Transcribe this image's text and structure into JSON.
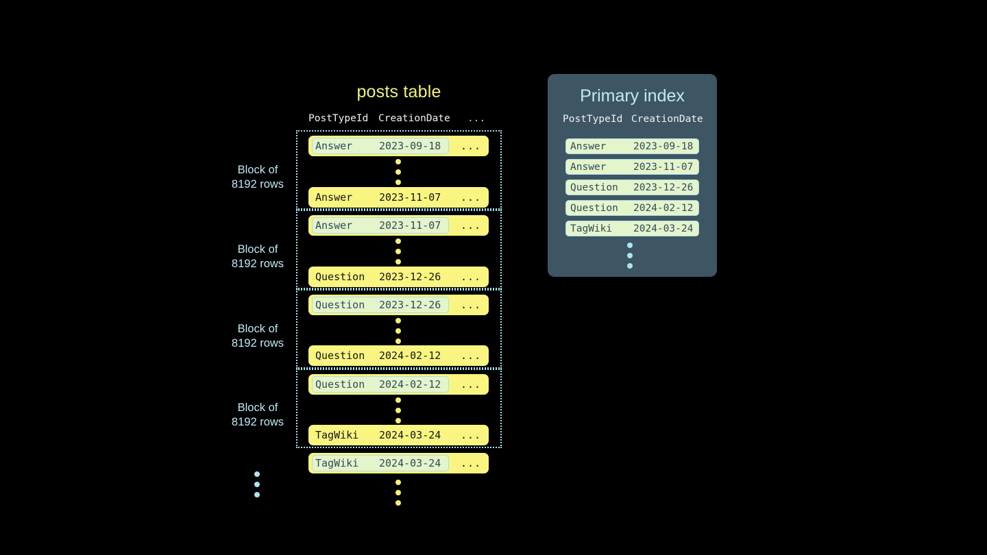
{
  "posts_table": {
    "title": "posts table",
    "headers": {
      "type": "PostTypeId",
      "date": "CreationDate",
      "rest": "..."
    },
    "blocks": [
      {
        "label_line1": "Block of",
        "label_line2": "8192 rows"
      },
      {
        "label_line1": "Block of",
        "label_line2": "8192 rows"
      },
      {
        "label_line1": "Block of",
        "label_line2": "8192 rows"
      },
      {
        "label_line1": "Block of",
        "label_line2": "8192 rows"
      }
    ],
    "rows": [
      {
        "type": "Answer",
        "date": "2023-09-18",
        "rest": "...",
        "highlighted": true
      },
      {
        "type": "Answer",
        "date": "2023-11-07",
        "rest": "...",
        "highlighted": false
      },
      {
        "type": "Answer",
        "date": "2023-11-07",
        "rest": "...",
        "highlighted": true
      },
      {
        "type": "Question",
        "date": "2023-12-26",
        "rest": "...",
        "highlighted": false
      },
      {
        "type": "Question",
        "date": "2023-12-26",
        "rest": "...",
        "highlighted": true
      },
      {
        "type": "Question",
        "date": "2024-02-12",
        "rest": "...",
        "highlighted": false
      },
      {
        "type": "Question",
        "date": "2024-02-12",
        "rest": "...",
        "highlighted": true
      },
      {
        "type": "TagWiki",
        "date": "2024-03-24",
        "rest": "...",
        "highlighted": false
      },
      {
        "type": "TagWiki",
        "date": "2024-03-24",
        "rest": "...",
        "highlighted": true
      }
    ]
  },
  "primary_index": {
    "title": "Primary index",
    "headers": {
      "type": "PostTypeId",
      "date": "CreationDate"
    },
    "rows": [
      {
        "type": "Answer",
        "date": "2023-09-18"
      },
      {
        "type": "Answer",
        "date": "2023-11-07"
      },
      {
        "type": "Question",
        "date": "2023-12-26"
      },
      {
        "type": "Question",
        "date": "2024-02-12"
      },
      {
        "type": "TagWiki",
        "date": "2024-03-24"
      }
    ]
  },
  "colors": {
    "background": "#000000",
    "row_yellow": "#faf580",
    "highlight_green": "#e4f5cc",
    "highlight_border": "#a9dbe8",
    "accent_blue": "#bfeaf5",
    "panel_slate": "#3e5563",
    "title_yellow": "#f2f27a",
    "dot_yellow": "#f7ef7e",
    "dot_blue": "#aee4f2"
  }
}
